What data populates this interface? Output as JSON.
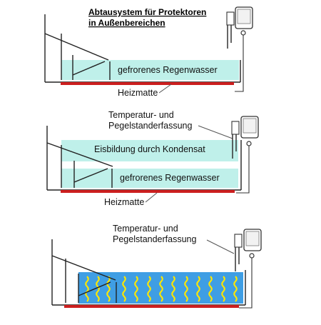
{
  "title": {
    "line1": "Abtausystem für Protektoren",
    "line2": "in Außenbereichen"
  },
  "panels": [
    {
      "water_label": "gefrorenes Regenwasser",
      "mat_label": "Heizmatte"
    },
    {
      "sensor_label_line1": "Temperatur- und",
      "sensor_label_line2": "Pegelstanderfassung",
      "condensate_label": "Eisbildung durch Kondensat",
      "water_label": "gefrorenes Regenwasser",
      "mat_label": "Heizmatte"
    },
    {
      "sensor_label_line1": "Temperatur- und",
      "sensor_label_line2": "Pegelstanderfassung"
    }
  ],
  "colors": {
    "ice": "#bff0ea",
    "water": "#3f9ee4",
    "heating_mat": "#cc1f1f",
    "heat_wave": "#ffe800",
    "line": "#222222"
  },
  "icons": [
    "sensor-controller-icon",
    "heat-wave-icon"
  ]
}
